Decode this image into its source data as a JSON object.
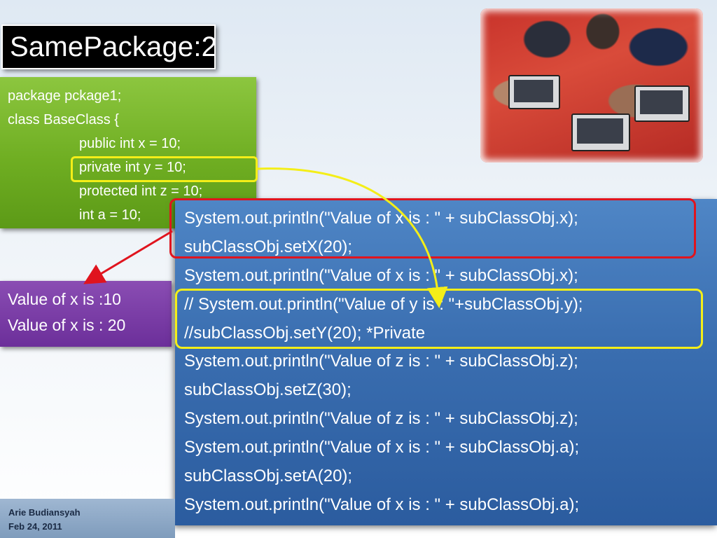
{
  "title": "SamePackage:2",
  "base_class": {
    "lines": [
      "package pckage1;",
      "class BaseClass {",
      "public int x = 10;",
      "private int y = 10;",
      "protected int z = 10;",
      "int a = 10;"
    ]
  },
  "output": {
    "lines": [
      "Value of x is :10",
      "Value of x is : 20"
    ]
  },
  "code": {
    "lines": [
      "System.out.println(\"Value of x is : \" + subClassObj.x);",
      "subClassObj.setX(20);",
      "System.out.println(\"Value of x is : \" + subClassObj.x);",
      "// System.out.println(\"Value of y is : \"+subClassObj.y);",
      "//subClassObj.setY(20); *Private",
      "System.out.println(\"Value of z is : \" + subClassObj.z);",
      "subClassObj.setZ(30);",
      "System.out.println(\"Value of z is : \" + subClassObj.z);",
      "System.out.println(\"Value of x is : \" + subClassObj.a);",
      "subClassObj.setA(20);",
      "System.out.println(\"Value of x is : \" + subClassObj.a);"
    ]
  },
  "footer": {
    "author": "Arie Budiansyah",
    "date": "Feb 24, 2011"
  },
  "colors": {
    "title_bg": "#000000",
    "class_box": "#7ab82e",
    "output_box": "#7a3ea6",
    "code_box": "#3a6eb0",
    "highlight_red": "#e0141e",
    "highlight_yellow": "#f4ee18"
  }
}
